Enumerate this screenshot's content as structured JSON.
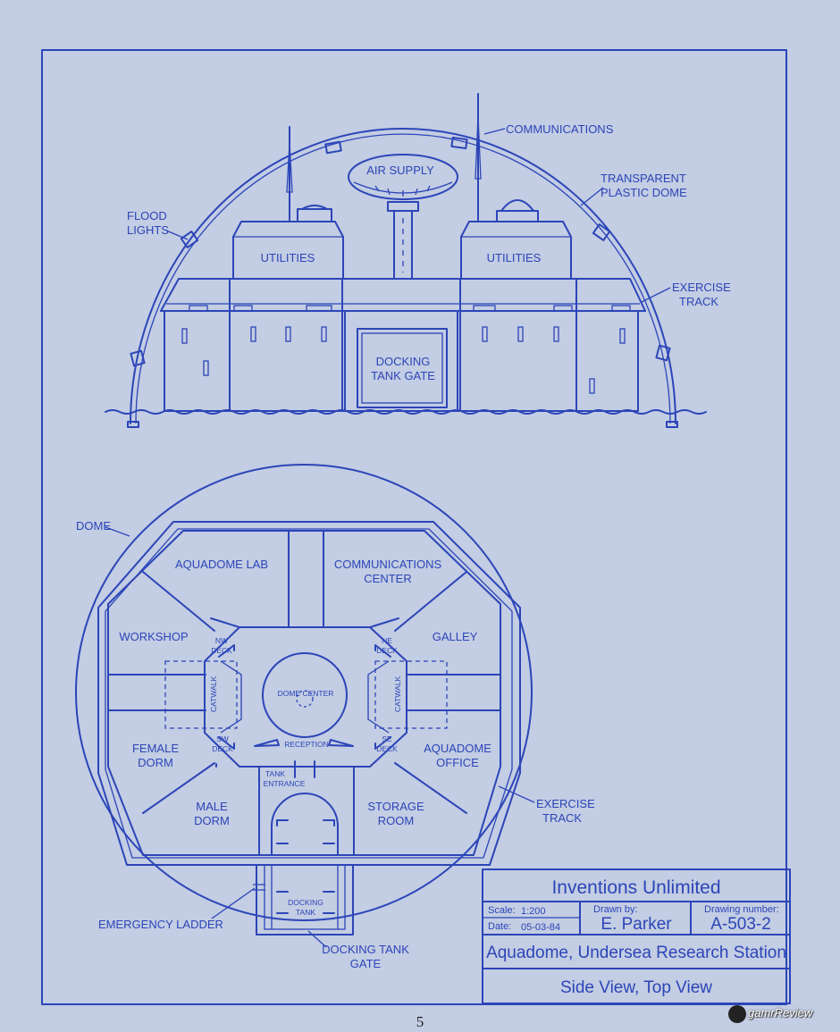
{
  "side_view": {
    "communications": "COMMUNICATIONS",
    "air_supply": "AIR SUPPLY",
    "transparent_dome": [
      "TRANSPARENT",
      "PLASTIC DOME"
    ],
    "flood_lights": [
      "FLOOD",
      "LIGHTS"
    ],
    "utilities_left": "UTILITIES",
    "utilities_right": "UTILITIES",
    "exercise_track": [
      "EXERCISE",
      "TRACK"
    ],
    "docking_gate": [
      "DOCKING",
      "TANK GATE"
    ]
  },
  "top_view": {
    "dome": "DOME",
    "aquadome_lab": "AQUADOME LAB",
    "communications_center": [
      "COMMUNICATIONS",
      "CENTER"
    ],
    "workshop": "WORKSHOP",
    "galley": "GALLEY",
    "nw_deck": [
      "NW",
      "DECK"
    ],
    "ne_deck": [
      "NE",
      "DECK"
    ],
    "sw_deck": [
      "SW",
      "DECK"
    ],
    "se_deck": [
      "SE",
      "DECK"
    ],
    "catwalk_left": "CATWALK",
    "catwalk_right": "CATWALK",
    "dome_center": "DOME CENTER",
    "reception": "RECEPTION",
    "female_dorm": [
      "FEMALE",
      "DORM"
    ],
    "aquadome_office": [
      "AQUADOME",
      "OFFICE"
    ],
    "tank_entrance": [
      "TANK",
      "ENTRANCE"
    ],
    "male_dorm": [
      "MALE",
      "DORM"
    ],
    "storage_room": [
      "STORAGE",
      "ROOM"
    ],
    "exercise_track": [
      "EXERCISE",
      "TRACK"
    ],
    "docking_tank": [
      "DOCKING",
      "TANK"
    ],
    "emergency_ladder": "EMERGENCY LADDER",
    "docking_tank_gate": [
      "DOCKING TANK",
      "GATE"
    ]
  },
  "title_block": {
    "company": "Inventions Unlimited",
    "scale_label": "Scale:",
    "scale_value": "1:200",
    "date_label": "Date:",
    "date_value": "05-03-84",
    "drawn_by_label": "Drawn by:",
    "drawn_by_value": "E. Parker",
    "drawing_number_label": "Drawing number:",
    "drawing_number_value": "A-503-2",
    "project": "Aquadome, Undersea Research Station",
    "views": "Side View, Top View"
  },
  "page_number": "5",
  "watermark": "gamrReview",
  "colors": {
    "paper": "#c3cde3",
    "ink": "#2c45b8"
  }
}
